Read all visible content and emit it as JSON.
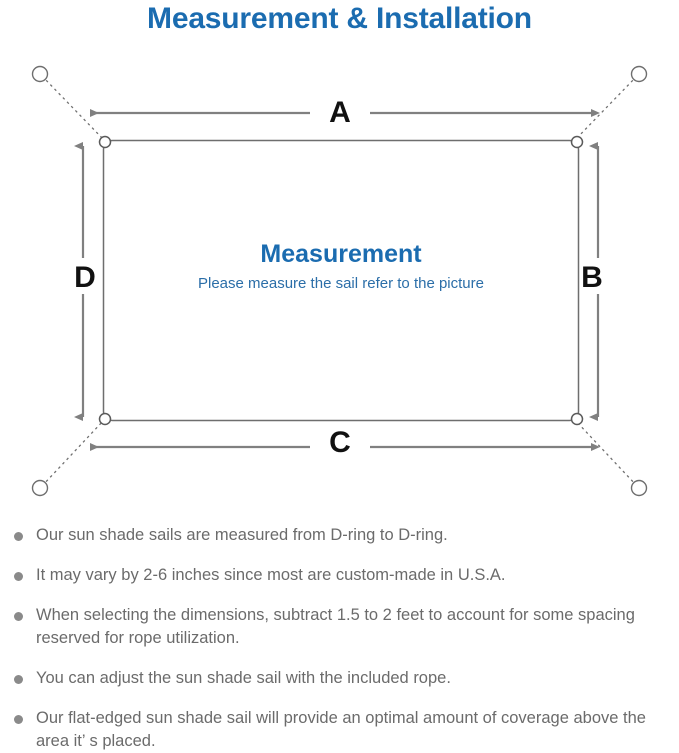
{
  "page": {
    "title": "Measurement & Installation",
    "title_color": "#1b6cb0",
    "background": "#ffffff"
  },
  "diagram": {
    "name": "sun-shade-sail-measurement-diagram",
    "sail": {
      "caption_title": "Measurement",
      "caption_subtitle": "Please measure the sail refer to the picture",
      "caption_color": "#1b6cb0",
      "edge_color": "#6e6e6e",
      "fill": "#ffffff"
    },
    "dimension_labels": [
      {
        "id": "A",
        "label": "A",
        "position": "top",
        "orientation": "horizontal"
      },
      {
        "id": "B",
        "label": "B",
        "position": "right",
        "orientation": "vertical"
      },
      {
        "id": "C",
        "label": "C",
        "position": "bottom",
        "orientation": "horizontal"
      },
      {
        "id": "D",
        "label": "D",
        "position": "left",
        "orientation": "vertical"
      }
    ],
    "anchor_points": [
      {
        "id": "top-left",
        "style": "open-circle"
      },
      {
        "id": "top-right",
        "style": "open-circle"
      },
      {
        "id": "bottom-left",
        "style": "open-circle"
      },
      {
        "id": "bottom-right",
        "style": "open-circle"
      }
    ],
    "d_rings": [
      {
        "id": "d-ring-top-left"
      },
      {
        "id": "d-ring-top-right"
      },
      {
        "id": "d-ring-bottom-left"
      },
      {
        "id": "d-ring-bottom-right"
      }
    ],
    "rope_line_style": "dotted",
    "arrow_color": "#808080",
    "label_color": "#111111"
  },
  "notes": {
    "bullet_color": "#8a8a8a",
    "text_color": "#6b6b6b",
    "items": [
      "Our sun shade sails are measured from D-ring to D-ring.",
      "It may vary by 2-6 inches since most are custom-made in U.S.A.",
      "When selecting the dimensions, subtract 1.5 to 2 feet to account for some spacing reserved for rope utilization.",
      "You can adjust the sun shade sail with the included rope.",
      "Our flat-edged sun shade sail will provide an optimal amount of coverage above the area it’ s placed."
    ]
  }
}
